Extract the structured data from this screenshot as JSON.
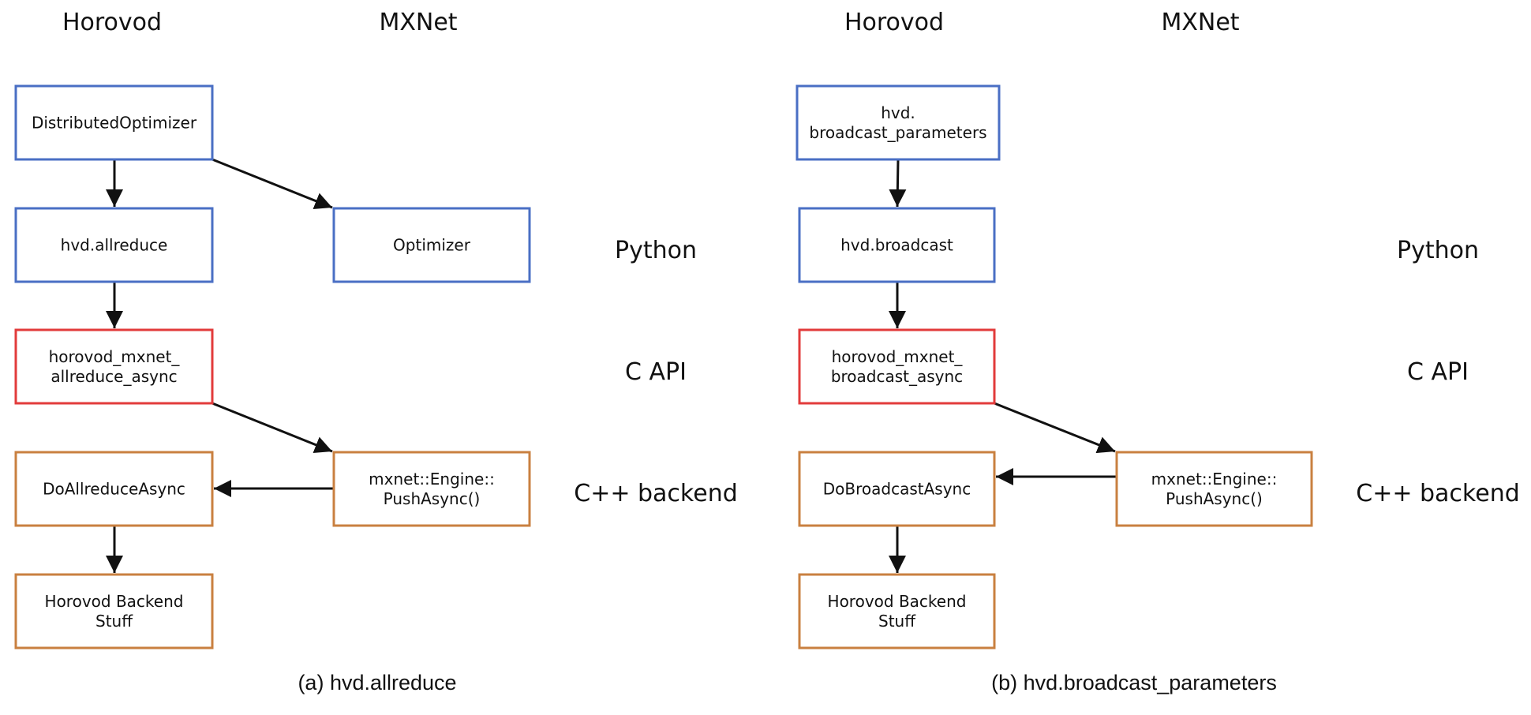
{
  "colors": {
    "python": "#4a6fc4",
    "c_api": "#e23b3b",
    "cpp_backend": "#c98040"
  },
  "layers": {
    "python": "Python",
    "c_api": "C API",
    "cpp_backend": "C++ backend"
  },
  "panels": [
    {
      "id": "a",
      "caption": "(a) hvd.allreduce",
      "col_headers": [
        "Horovod",
        "MXNet"
      ],
      "nodes": {
        "distributed_optimizer": {
          "lines": [
            "DistributedOptimizer"
          ],
          "layer": "python"
        },
        "optimizer": {
          "lines": [
            "Optimizer"
          ],
          "layer": "python"
        },
        "hvd_allreduce": {
          "lines": [
            "hvd.allreduce"
          ],
          "layer": "python"
        },
        "horovod_mxnet_async": {
          "lines": [
            "horovod_mxnet_",
            "allreduce_async"
          ],
          "layer": "c_api"
        },
        "mxnet_engine_push": {
          "lines": [
            "mxnet::Engine::",
            "PushAsync()"
          ],
          "layer": "cpp_backend"
        },
        "do_async": {
          "lines": [
            "DoAllreduceAsync"
          ],
          "layer": "cpp_backend"
        },
        "backend_stuff": {
          "lines": [
            "Horovod Backend",
            "Stuff"
          ],
          "layer": "cpp_backend"
        }
      },
      "edges": [
        [
          "distributed_optimizer",
          "hvd_allreduce"
        ],
        [
          "distributed_optimizer",
          "optimizer"
        ],
        [
          "hvd_allreduce",
          "horovod_mxnet_async"
        ],
        [
          "horovod_mxnet_async",
          "mxnet_engine_push"
        ],
        [
          "mxnet_engine_push",
          "do_async"
        ],
        [
          "do_async",
          "backend_stuff"
        ]
      ]
    },
    {
      "id": "b",
      "caption": "(b) hvd.broadcast_parameters",
      "col_headers": [
        "Horovod",
        "MXNet"
      ],
      "nodes": {
        "broadcast_parameters": {
          "lines": [
            "hvd.",
            "broadcast_parameters"
          ],
          "layer": "python"
        },
        "hvd_broadcast": {
          "lines": [
            "hvd.broadcast"
          ],
          "layer": "python"
        },
        "horovod_mxnet_async": {
          "lines": [
            "horovod_mxnet_",
            "broadcast_async"
          ],
          "layer": "c_api"
        },
        "mxnet_engine_push": {
          "lines": [
            "mxnet::Engine::",
            "PushAsync()"
          ],
          "layer": "cpp_backend"
        },
        "do_async": {
          "lines": [
            "DoBroadcastAsync"
          ],
          "layer": "cpp_backend"
        },
        "backend_stuff": {
          "lines": [
            "Horovod Backend",
            "Stuff"
          ],
          "layer": "cpp_backend"
        }
      },
      "edges": [
        [
          "broadcast_parameters",
          "hvd_broadcast"
        ],
        [
          "hvd_broadcast",
          "horovod_mxnet_async"
        ],
        [
          "horovod_mxnet_async",
          "mxnet_engine_push"
        ],
        [
          "mxnet_engine_push",
          "do_async"
        ],
        [
          "do_async",
          "backend_stuff"
        ]
      ]
    }
  ]
}
